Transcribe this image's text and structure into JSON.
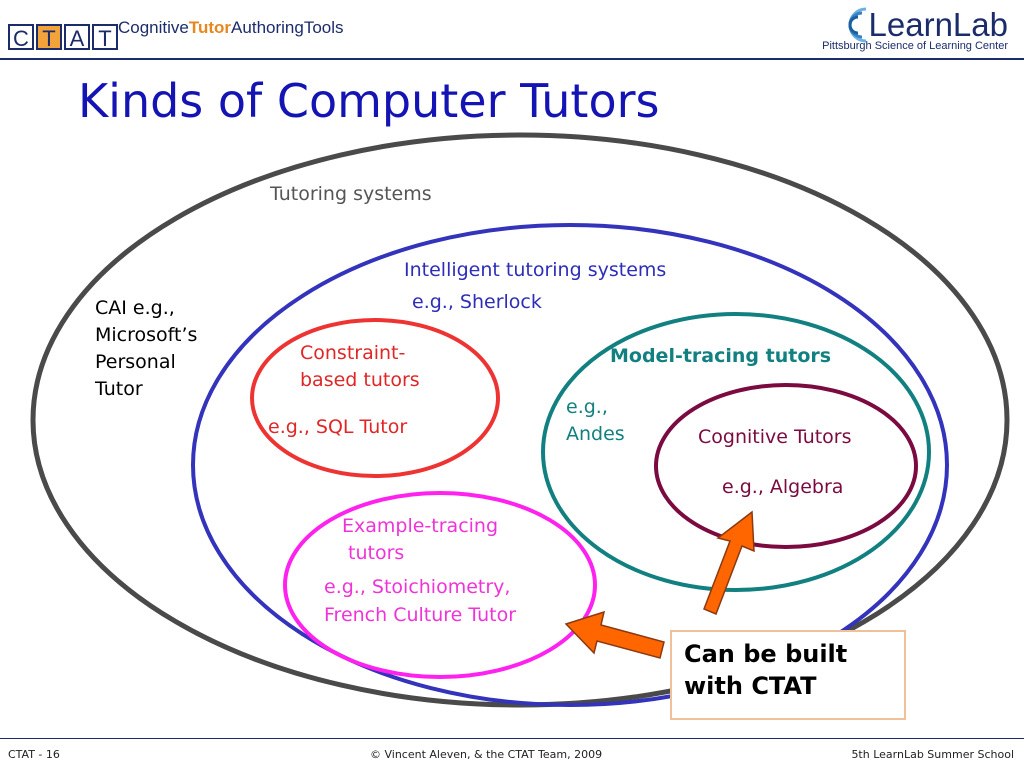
{
  "header": {
    "logo_letters": [
      "C",
      "T",
      "A",
      "T"
    ],
    "brand_prefix": "Cognitive",
    "brand_highlight": "Tutor",
    "brand_suffix": "AuthoringTools",
    "partner_name": "LearnLab",
    "partner_subtitle": "Pittsburgh Science of Learning Center"
  },
  "slide": {
    "title": "Kinds of Computer Tutors"
  },
  "diagram": {
    "outer_label": "Tutoring systems",
    "cai_label": [
      "CAI e.g.,",
      "Microsoft’s",
      "Personal",
      "Tutor"
    ],
    "its_label": "Intelligent tutoring systems",
    "its_example": "e.g., Sherlock",
    "constraint_label": [
      "Constraint-",
      "based tutors"
    ],
    "constraint_example": "e.g., SQL Tutor",
    "model_tracing_label": "Model-tracing tutors",
    "model_tracing_example": [
      "e.g.,",
      "Andes"
    ],
    "cognitive_label": "Cognitive Tutors",
    "cognitive_example": "e.g., Algebra",
    "example_tracing_label": [
      "Example-tracing",
      "tutors"
    ],
    "example_tracing_example": [
      "e.g., Stoichiometry,",
      "French Culture Tutor"
    ],
    "callout": [
      "Can be built",
      "with CTAT"
    ],
    "colors": {
      "outer": "#4a4a4a",
      "its": "#3333bb",
      "constraint": "#ee3333",
      "model_tracing": "#128080",
      "cognitive": "#7a0a40",
      "example_tracing": "#ff22ee",
      "arrow": "#ff6600",
      "title": "#1414b4"
    }
  },
  "footer": {
    "left": "CTAT - 16",
    "center": "© Vincent Aleven, & the CTAT Team, 2009",
    "right": "5th LearnLab Summer School"
  }
}
